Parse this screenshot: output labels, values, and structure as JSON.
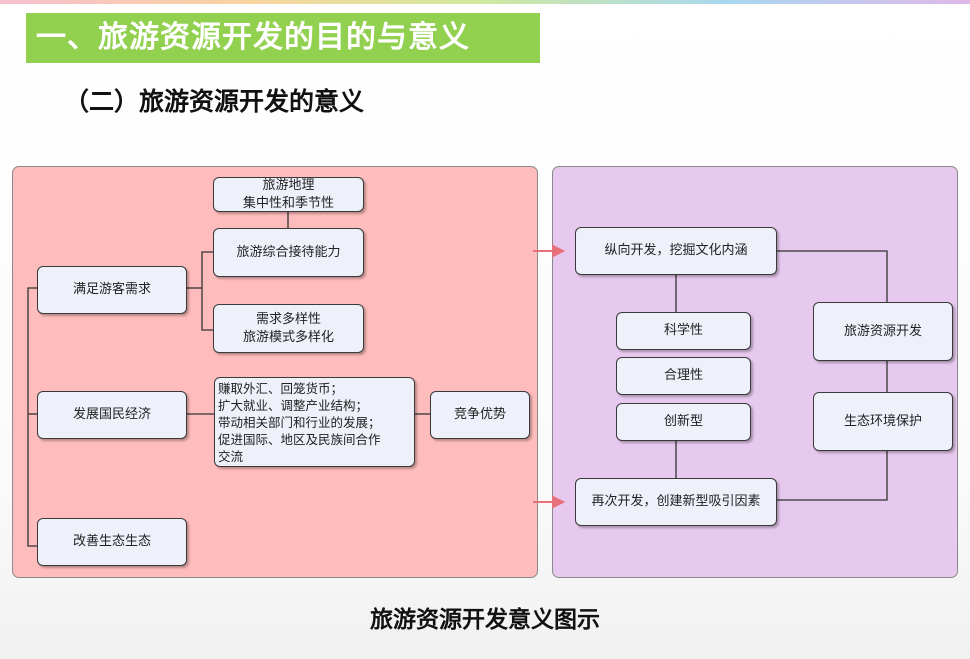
{
  "header": {
    "title": "一、旅游资源开发的目的与意义",
    "subtitle": "（二）旅游资源开发的意义"
  },
  "diagram": {
    "left": {
      "needs": "满足游客需求",
      "economy": "发展国民经济",
      "ecology": "改善生态生态",
      "geo": "旅游地理\n集中性和季节性",
      "reception": "旅游综合接待能力",
      "diversity": "需求多样性\n旅游模式多样化",
      "benefits": "赚取外汇、回笼货币；\n扩大就业、调整产业结构；\n带动相关部门和行业的发展；\n促进国际、地区及民族间合作\n交流",
      "advantage": "竞争优势"
    },
    "right": {
      "vertical": "纵向开发，挖掘文化内涵",
      "scientific": "科学性",
      "rational": "合理性",
      "innovative": "创新型",
      "redevelop": "再次开发，创建新型吸引因素",
      "resource_dev": "旅游资源开发",
      "eco_protect": "生态环境保护"
    },
    "colors": {
      "left_panel": "#ffbcbc",
      "right_panel": "#e7c8ee",
      "banner": "#92d050",
      "arrow": "#e8707a"
    }
  },
  "caption": "旅游资源开发意义图示"
}
